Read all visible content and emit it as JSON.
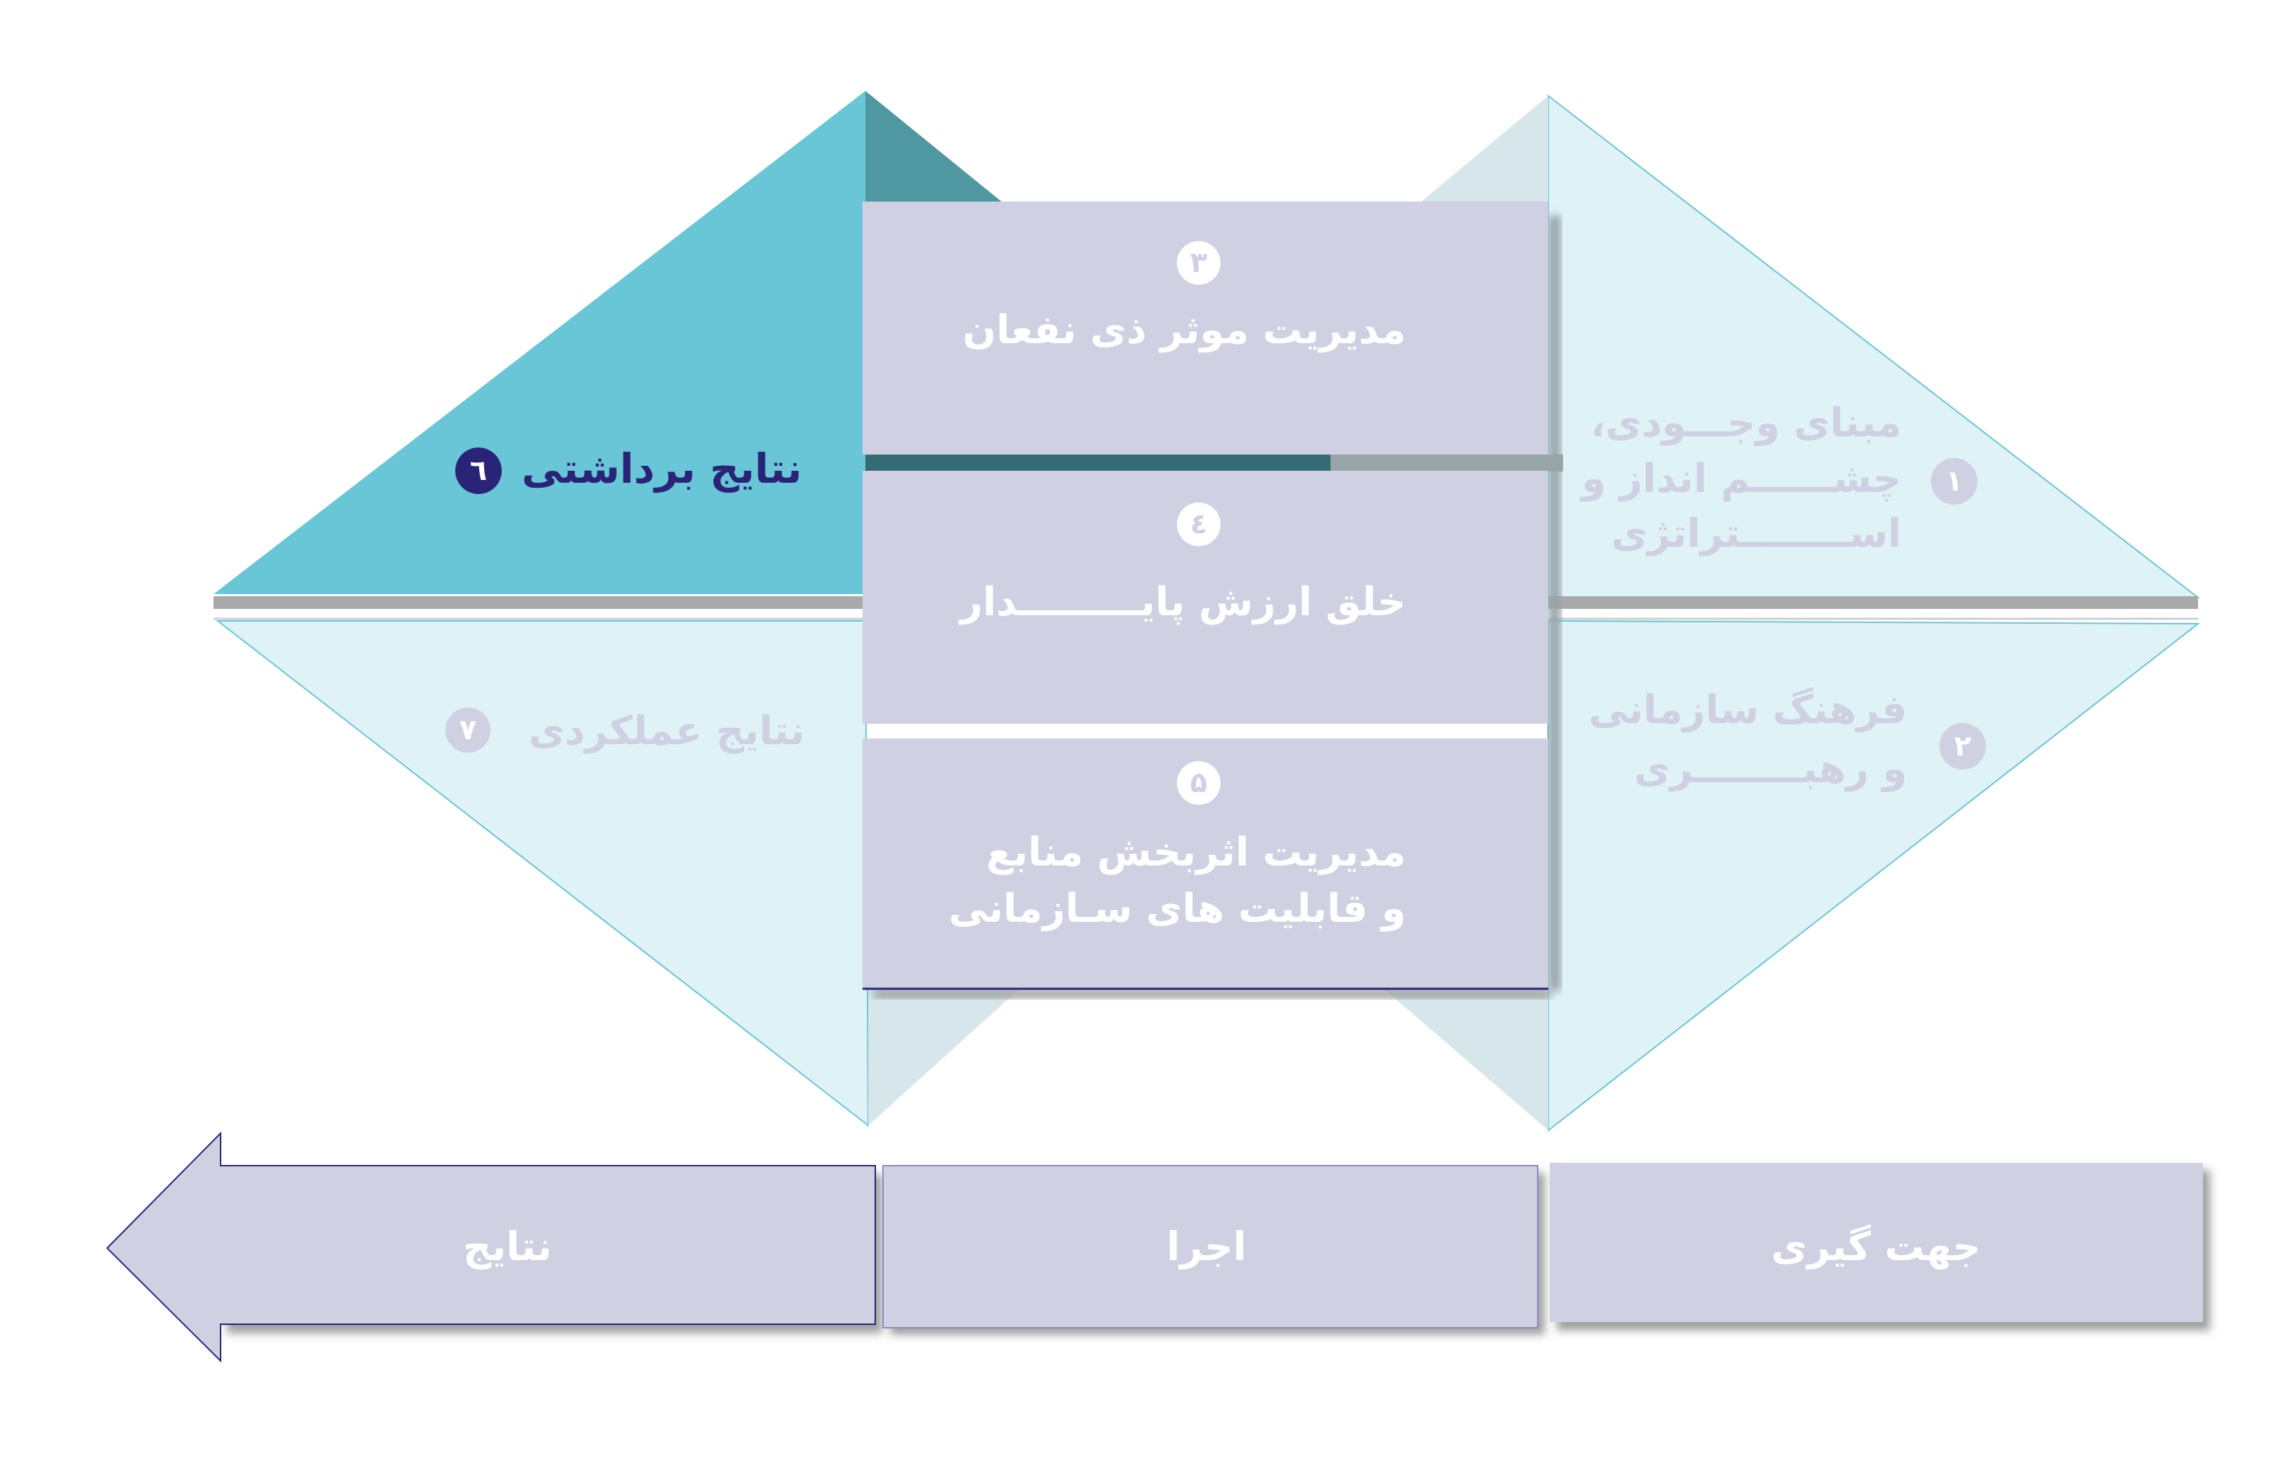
{
  "colors": {
    "teal": "#68c6d6",
    "dark_teal": "#4f98a2",
    "light_cyan": "#dff2f6",
    "lavender": "#cfd0e2",
    "navy": "#2a2478"
  },
  "steps": {
    "s1": {
      "number": "۱",
      "lines": [
        "مبنای وجـــودی،",
        "چشــــــم انداز و",
        "اســــــــتراتژی"
      ]
    },
    "s2": {
      "number": "۲",
      "lines": [
        "فرهنگ سازمانی",
        "و رهبــــــــری"
      ]
    },
    "s3": {
      "number": "۳",
      "lines": [
        "مدیریت موثر ذی نفعان"
      ]
    },
    "s4": {
      "number": "٤",
      "lines": [
        "خلق ارزش پایـــــــــدار"
      ]
    },
    "s5": {
      "number": "۵",
      "lines": [
        "مدیریت اثربخش منابع",
        "و قابلیت های سـازمانی"
      ]
    },
    "s6": {
      "number": "٦",
      "lines": [
        "نتایج برداشتی"
      ]
    },
    "s7": {
      "number": "۷",
      "lines": [
        "نتایج عملکردی"
      ]
    }
  },
  "phases": {
    "results": "نتایج",
    "execution": "اجرا",
    "orientation": "جهت گیری"
  }
}
